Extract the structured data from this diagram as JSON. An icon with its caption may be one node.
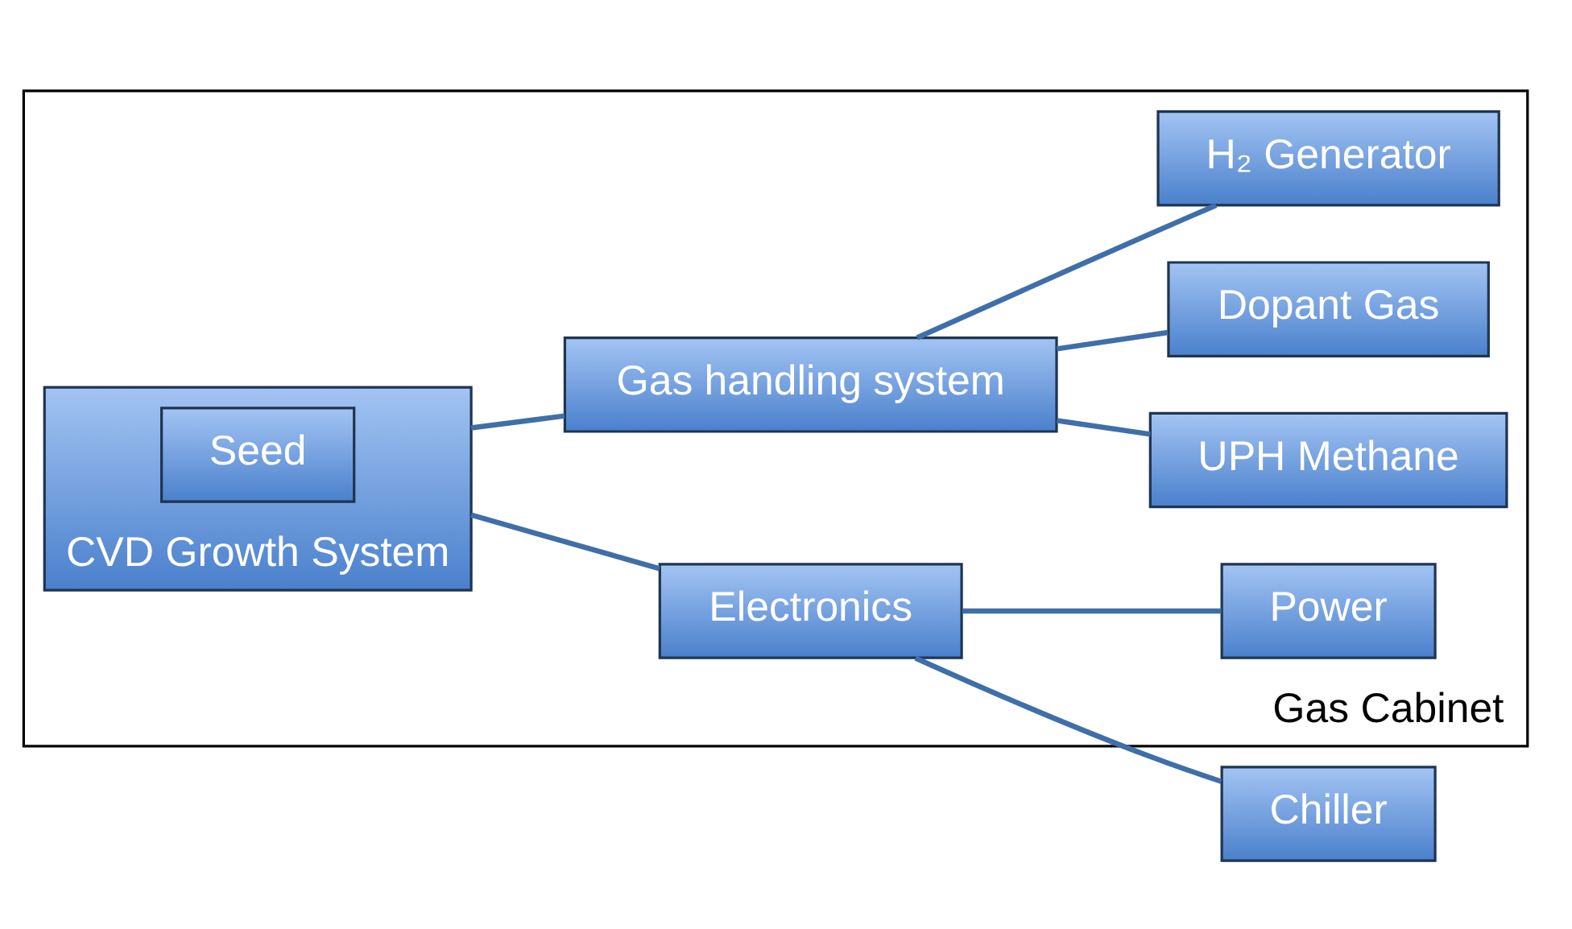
{
  "diagram": {
    "nodes": [
      {
        "text": [
          "Gas Cabinet"
        ]
      },
      {
        "text": [
          "CVD Growth System"
        ],
        "in": 0
      },
      {
        "text": [
          "Seed"
        ],
        "in": 1
      },
      {
        "text": [
          "Gas handling system"
        ],
        "in": 0
      },
      {
        "text": [
          "H₂ Generator"
        ],
        "in": 0
      },
      {
        "text": [
          "UPH Methane"
        ],
        "in": 0
      },
      {
        "text": [
          "Dopant Gas"
        ],
        "in": 0
      },
      {
        "text": [
          "Electronics"
        ],
        "in": 0
      },
      {
        "text": [
          "Power"
        ],
        "in": 0
      },
      {
        "text": [
          "Chiller"
        ]
      }
    ],
    "edges": [
      {
        "from": 1,
        "to": 3,
        "arrow": "none"
      },
      {
        "from": 3,
        "to": 4,
        "arrow": "none"
      },
      {
        "from": 3,
        "to": 5,
        "arrow": "none"
      },
      {
        "from": 3,
        "to": 6,
        "arrow": "none"
      },
      {
        "from": 1,
        "to": 7,
        "arrow": "none"
      },
      {
        "from": 7,
        "to": 8,
        "arrow": "none"
      },
      {
        "from": 7,
        "to": 9,
        "arrow": "none"
      }
    ]
  }
}
